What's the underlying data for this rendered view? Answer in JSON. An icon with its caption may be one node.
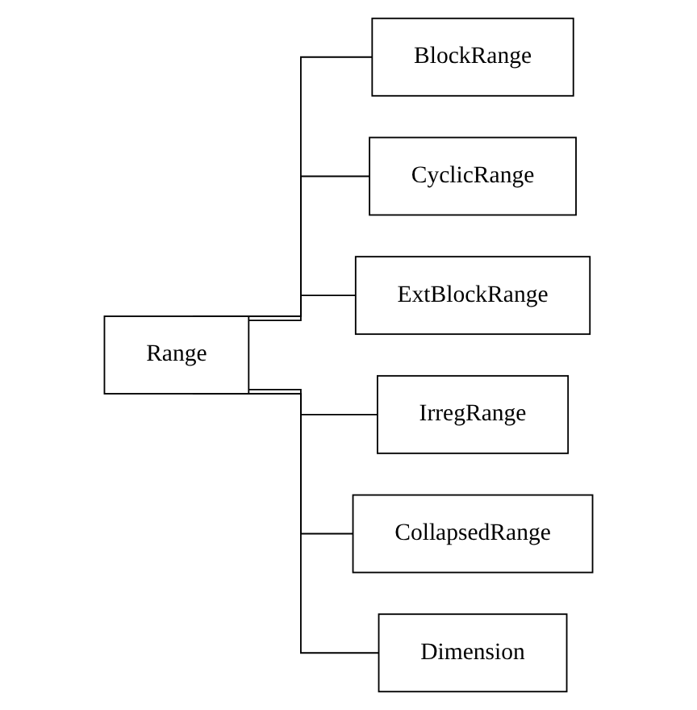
{
  "diagram": {
    "nodes": [
      {
        "text": [
          "Range"
        ]
      },
      {
        "text": [
          "BlockRange"
        ]
      },
      {
        "text": [
          "CyclicRange"
        ]
      },
      {
        "text": [
          "ExtBlockRange"
        ]
      },
      {
        "text": [
          "IrregRange"
        ]
      },
      {
        "text": [
          "CollapsedRange"
        ]
      },
      {
        "text": [
          "Dimension"
        ]
      }
    ],
    "edges": [
      {
        "from": 0,
        "to": 1,
        "arrow": "none"
      },
      {
        "from": 0,
        "to": 2,
        "arrow": "none"
      },
      {
        "from": 0,
        "to": 3,
        "arrow": "none"
      },
      {
        "from": 0,
        "to": 4,
        "arrow": "none"
      },
      {
        "from": 0,
        "to": 5,
        "arrow": "none"
      },
      {
        "from": 0,
        "to": 6,
        "arrow": "none"
      }
    ]
  }
}
